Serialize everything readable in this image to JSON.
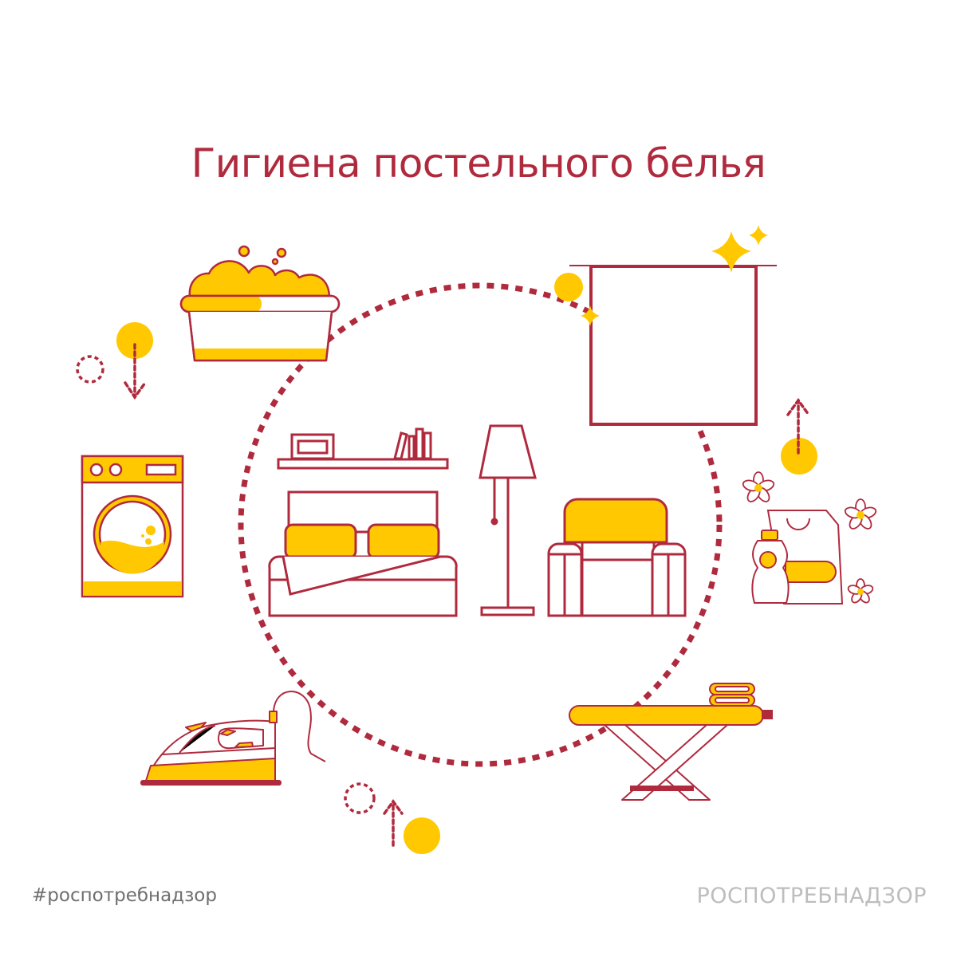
{
  "header": {
    "title": "Гигиена постельного белья"
  },
  "footer": {
    "hashtag": "#роспотребнадзор",
    "brand": "РОСПОТРЕБНАДЗОР"
  },
  "colors": {
    "primary": "#b02a3e",
    "accent": "#ffc800",
    "hashtag_gray": "#6e6e6e",
    "brand_gray": "#bdbdbd",
    "background": "#ffffff"
  },
  "illustrations": [
    {
      "name": "wash-basin-with-foam",
      "icon": "basin-icon"
    },
    {
      "name": "washing-machine",
      "icon": "washing-machine-icon"
    },
    {
      "name": "iron",
      "icon": "iron-icon"
    },
    {
      "name": "ironing-board-with-folded-linen",
      "icon": "ironing-board-icon"
    },
    {
      "name": "detergent-and-flowers",
      "icon": "detergent-icon"
    },
    {
      "name": "clean-sheet-frame",
      "icon": "sheet-icon"
    },
    {
      "name": "bedroom-scene",
      "icon": "bedroom-icon"
    }
  ]
}
